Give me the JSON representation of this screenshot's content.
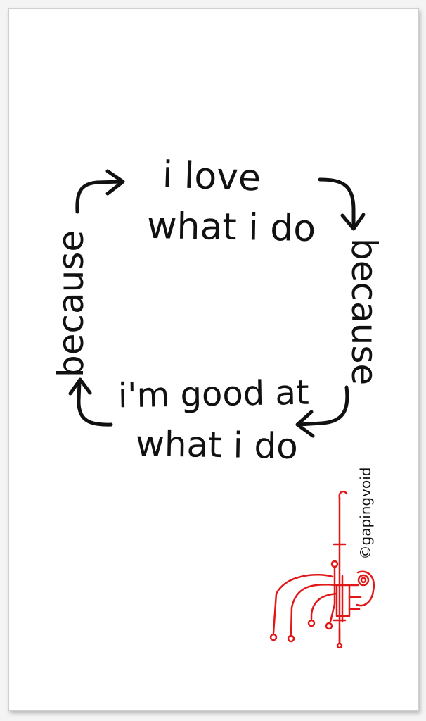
{
  "cartoon": {
    "top_line_1": "i love",
    "top_line_2": "what i do",
    "right_label": "because",
    "bottom_line_1": "i'm good at",
    "bottom_line_2": "what i do",
    "left_label": "because",
    "signature": "©gapingvoid"
  },
  "colors": {
    "ink": "#111111",
    "signature_red": "#e01818",
    "paper": "#ffffff",
    "frame_border": "#cfcfcf"
  }
}
